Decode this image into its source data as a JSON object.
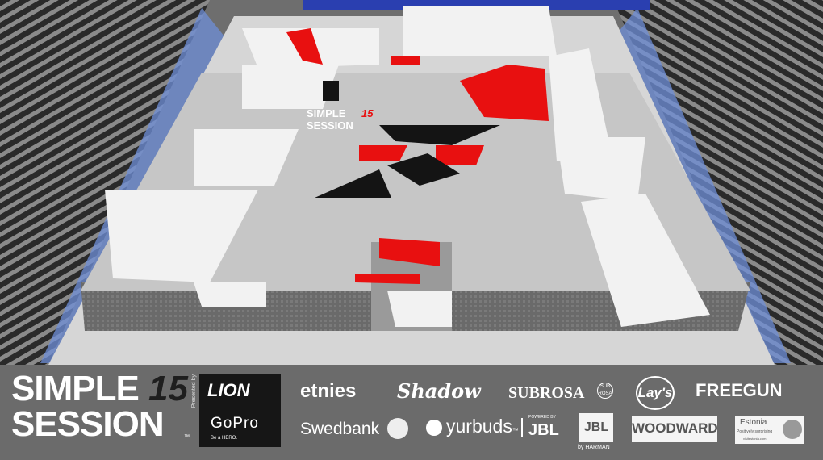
{
  "scene": {
    "floor_logo": {
      "line1": "SIMPLE",
      "number": "15",
      "line2": "SESSION"
    },
    "colors": {
      "floor": "#d6d6d6",
      "ramp": "#f2f2f2",
      "accent": "#e81010",
      "stands": "#3a3a3a",
      "wall": "#6f8fd8"
    }
  },
  "banner": {
    "event": {
      "line1": "SIMPLE",
      "number": "15",
      "line2": "SESSION",
      "tm": "™",
      "presented_by": "Presented by"
    },
    "presenting": {
      "lion": "LION",
      "gopro": "GoPro",
      "gopro_tagline": "Be a HERO."
    },
    "sponsors_row1": [
      "etnies",
      "Shadow",
      "SUBROSA",
      "Lay's",
      "FREEGUN"
    ],
    "subrosa_badge": "SUB ROSA",
    "sponsors_row2": {
      "swedbank": "Swedbank",
      "yurbuds": "yurbuds",
      "yurbuds_tm": "™",
      "powered_by": "POWERED BY",
      "jbl": "JBL",
      "jbl_box": "JBL",
      "harman": "by HARMAN",
      "woodward": "WOODWARD",
      "estonia": "Estonia",
      "estonia_tagline": "Positively surprising",
      "estonia_url": "visitestonia.com"
    }
  }
}
